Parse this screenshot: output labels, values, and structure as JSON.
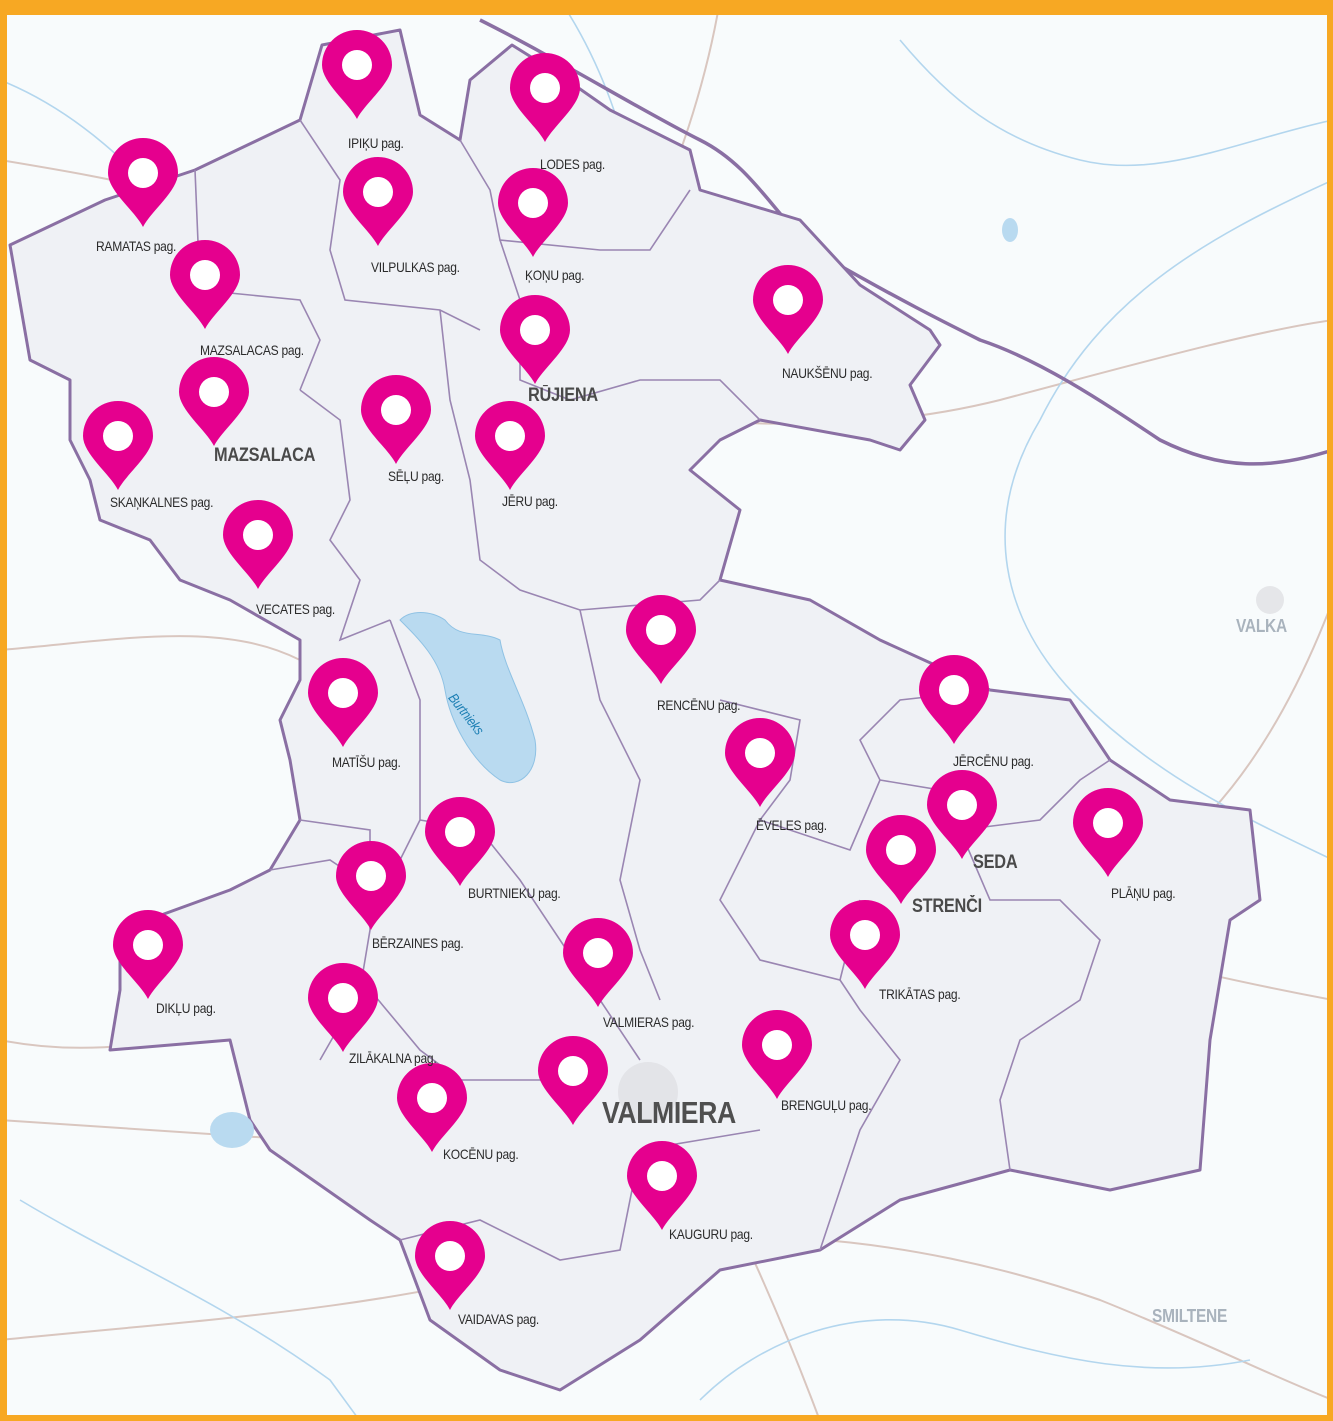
{
  "colors": {
    "frame": "#f7a823",
    "pin": "#e5008e",
    "county_fill": "#eff1f5",
    "county_border": "#8a6fa3",
    "lake": "#b9daf0",
    "river": "#aed3ec",
    "road": "#cfbdb6"
  },
  "markers": [
    {
      "id": "ipiku",
      "name": "IPIĶU pag.",
      "pin": [
        357,
        65
      ],
      "label": [
        348,
        135
      ],
      "kind": "parish"
    },
    {
      "id": "lodes",
      "name": "LODES pag.",
      "pin": [
        545,
        88
      ],
      "label": [
        540,
        156
      ],
      "kind": "parish"
    },
    {
      "id": "ramatas",
      "name": "RAMATAS pag.",
      "pin": [
        143,
        173
      ],
      "label": [
        96,
        238
      ],
      "kind": "parish"
    },
    {
      "id": "vilpulkas",
      "name": "VILPULKAS pag.",
      "pin": [
        378,
        192
      ],
      "label": [
        371,
        259
      ],
      "kind": "parish"
    },
    {
      "id": "konu",
      "name": "ĶOŅU pag.",
      "pin": [
        533,
        203
      ],
      "label": [
        525,
        267
      ],
      "kind": "parish"
    },
    {
      "id": "mazsalacas",
      "name": "MAZSALACAS pag.",
      "pin": [
        205,
        275
      ],
      "label": [
        200,
        342
      ],
      "kind": "parish"
    },
    {
      "id": "naukšēnu",
      "name": "NAUKŠĒNU pag.",
      "pin": [
        788,
        300
      ],
      "label": [
        782,
        365
      ],
      "kind": "parish"
    },
    {
      "id": "rujiena",
      "name": "RŪJIENA",
      "pin": [
        535,
        330
      ],
      "label": [
        528,
        385
      ],
      "kind": "town"
    },
    {
      "id": "mazsalaca",
      "name": "MAZSALACA",
      "pin": [
        214,
        392
      ],
      "label": [
        214,
        445
      ],
      "kind": "town"
    },
    {
      "id": "selu",
      "name": "SĒĻU pag.",
      "pin": [
        396,
        410
      ],
      "label": [
        388,
        468
      ],
      "kind": "parish"
    },
    {
      "id": "jeru",
      "name": "JĒRU pag.",
      "pin": [
        510,
        436
      ],
      "label": [
        502,
        493
      ],
      "kind": "parish"
    },
    {
      "id": "skankalnes",
      "name": "SKAŅKALNES pag.",
      "pin": [
        118,
        436
      ],
      "label": [
        110,
        494
      ],
      "kind": "parish"
    },
    {
      "id": "vecates",
      "name": "VECATES pag.",
      "pin": [
        258,
        535
      ],
      "label": [
        256,
        601
      ],
      "kind": "parish"
    },
    {
      "id": "rencenu",
      "name": "RENCĒNU pag.",
      "pin": [
        661,
        630
      ],
      "label": [
        657,
        697
      ],
      "kind": "parish"
    },
    {
      "id": "matisu",
      "name": "MATĪŠU pag.",
      "pin": [
        343,
        693
      ],
      "label": [
        332,
        754
      ],
      "kind": "parish"
    },
    {
      "id": "jercenu",
      "name": "JĒRCĒNU pag.",
      "pin": [
        954,
        690
      ],
      "label": [
        953,
        753
      ],
      "kind": "parish"
    },
    {
      "id": "eveles",
      "name": "ĒVELES pag.",
      "pin": [
        760,
        753
      ],
      "label": [
        756,
        817
      ],
      "kind": "parish"
    },
    {
      "id": "seda",
      "name": "SEDA",
      "pin": [
        962,
        805
      ],
      "label": [
        973,
        852
      ],
      "kind": "town"
    },
    {
      "id": "planu",
      "name": "PLĀŅU pag.",
      "pin": [
        1108,
        823
      ],
      "label": [
        1111,
        885
      ],
      "kind": "parish"
    },
    {
      "id": "burtnieku",
      "name": "BURTNIEKU pag.",
      "pin": [
        460,
        832
      ],
      "label": [
        468,
        885
      ],
      "kind": "parish"
    },
    {
      "id": "strenci",
      "name": "STRENČI",
      "pin": [
        901,
        850
      ],
      "label": [
        912,
        896
      ],
      "kind": "town"
    },
    {
      "id": "berzaines",
      "name": "BĒRZAINES pag.",
      "pin": [
        371,
        876
      ],
      "label": [
        372,
        935
      ],
      "kind": "parish"
    },
    {
      "id": "trikatas",
      "name": "TRIKĀTAS pag.",
      "pin": [
        865,
        935
      ],
      "label": [
        879,
        986
      ],
      "kind": "parish"
    },
    {
      "id": "diklu",
      "name": "DIKĻU pag.",
      "pin": [
        148,
        945
      ],
      "label": [
        156,
        1000
      ],
      "kind": "parish"
    },
    {
      "id": "valmieras",
      "name": "VALMIERAS pag.",
      "pin": [
        598,
        953
      ],
      "label": [
        603,
        1014
      ],
      "kind": "parish"
    },
    {
      "id": "zilakalna",
      "name": "ZILĀKALNA pag.",
      "pin": [
        343,
        998
      ],
      "label": [
        349,
        1050
      ],
      "kind": "parish"
    },
    {
      "id": "brengulu",
      "name": "BRENGUĻU pag.",
      "pin": [
        777,
        1045
      ],
      "label": [
        781,
        1097
      ],
      "kind": "parish"
    },
    {
      "id": "valmiera",
      "name": "VALMIERA",
      "pin": [
        573,
        1071
      ],
      "label": [
        602,
        1095
      ],
      "kind": "city"
    },
    {
      "id": "kocenu",
      "name": "KOCĒNU pag.",
      "pin": [
        432,
        1098
      ],
      "label": [
        443,
        1146
      ],
      "kind": "parish"
    },
    {
      "id": "kauguru",
      "name": "KAUGURU pag.",
      "pin": [
        662,
        1176
      ],
      "label": [
        669,
        1226
      ],
      "kind": "parish"
    },
    {
      "id": "vaidavas",
      "name": "VAIDAVAS pag.",
      "pin": [
        450,
        1256
      ],
      "label": [
        458,
        1311
      ],
      "kind": "parish"
    }
  ],
  "outer_towns": [
    {
      "id": "valka",
      "name": "VALKA",
      "label": [
        1236,
        616
      ]
    },
    {
      "id": "smiltene",
      "name": "SMILTENE",
      "label": [
        1152,
        1306
      ]
    }
  ],
  "water": [
    {
      "id": "burtnieks",
      "name": "Burtnieks",
      "label": [
        458,
        690
      ]
    }
  ]
}
